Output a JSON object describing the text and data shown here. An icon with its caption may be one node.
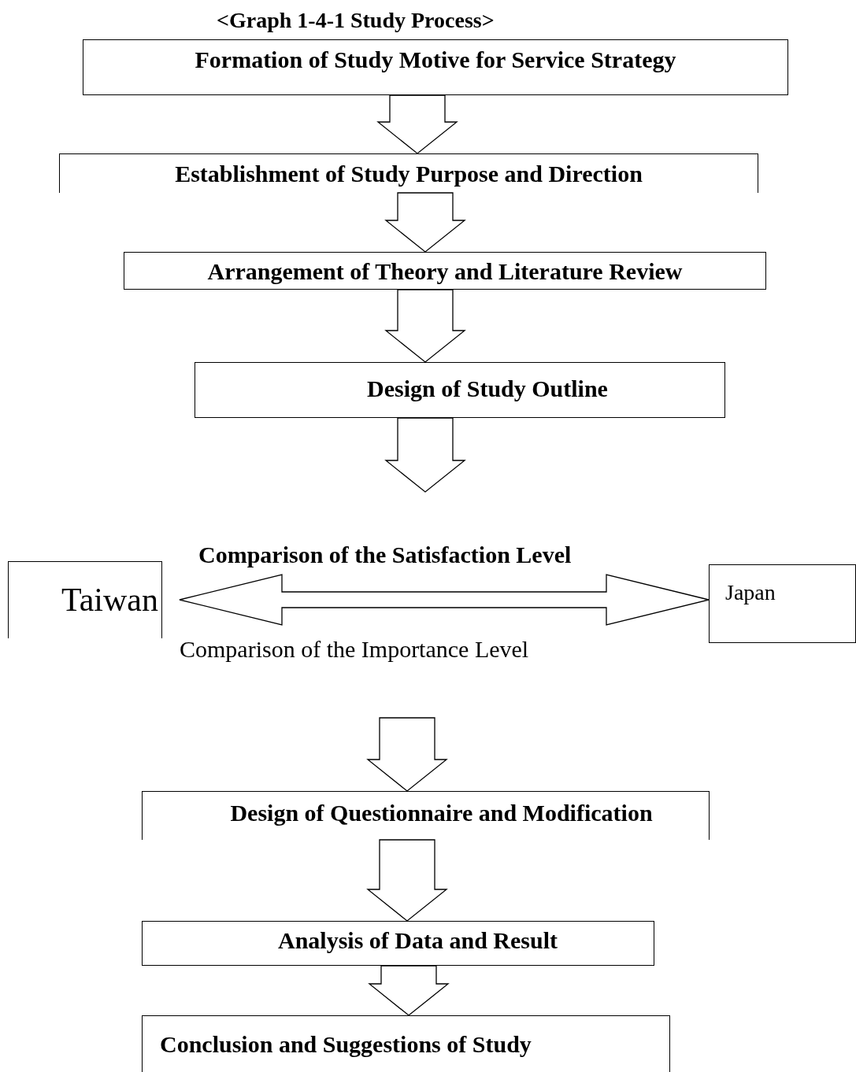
{
  "diagram": {
    "title": "<Graph 1-4-1 Study Process>",
    "nodes": [
      {
        "text": [
          "Formation of Study Motive for Service Strategy"
        ]
      },
      {
        "text": [
          "Establishment of Study Purpose and Direction"
        ]
      },
      {
        "text": [
          "Arrangement of Theory and Literature Review"
        ]
      },
      {
        "text": [
          "Design of Study Outline"
        ]
      },
      {
        "text": [
          "Taiwan"
        ]
      },
      {
        "text": [
          "Japan"
        ]
      },
      {
        "text": [
          "Design of Questionnaire and Modification"
        ]
      },
      {
        "text": [
          "Analysis of Data and Result"
        ]
      },
      {
        "text": [
          "Conclusion and Suggestions of Study"
        ]
      }
    ],
    "edges": [
      {
        "from": 0,
        "to": 1,
        "arrow": "to"
      },
      {
        "from": 1,
        "to": 2,
        "arrow": "to"
      },
      {
        "from": 2,
        "to": 3,
        "arrow": "to"
      },
      {
        "from": 3,
        "to": null,
        "arrow": "to"
      },
      {
        "from": 4,
        "to": 5,
        "arrow": "both",
        "label": "Comparison of the Satisfaction Level"
      },
      {
        "from": null,
        "to": 6,
        "arrow": "to"
      },
      {
        "from": 6,
        "to": 7,
        "arrow": "to"
      },
      {
        "from": 7,
        "to": 8,
        "arrow": "to"
      }
    ],
    "labels": [
      "Comparison of the Importance Level"
    ]
  }
}
